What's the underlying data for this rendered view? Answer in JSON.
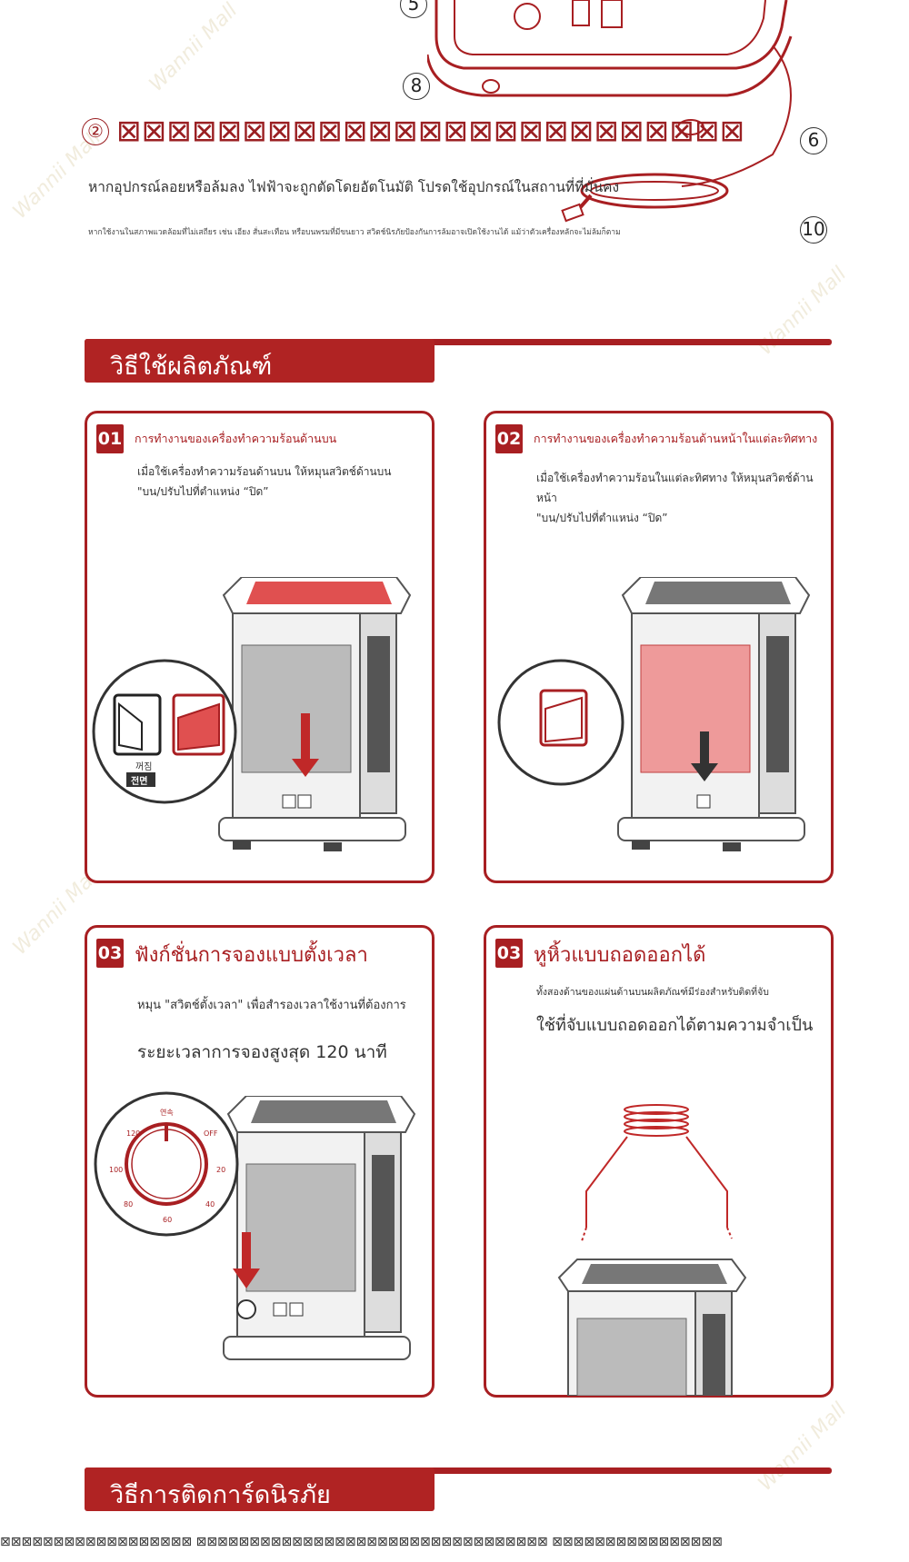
{
  "top_section": {
    "callouts": [
      "5",
      "8",
      "6",
      "10"
    ],
    "heading_number": "②",
    "heading_unrendered_glyphs": "⊠⊠⊠⊠⊠⊠⊠⊠⊠⊠⊠⊠⊠⊠⊠⊠⊠⊠⊠⊠⊠⊠⊠⊠⊠",
    "main_text": "หากอุปกรณ์ลอยหรือล้มลง ไฟฟ้าจะถูกตัดโดยอัตโนมัติ โปรดใช้อุปกรณ์ในสถานที่ที่มั่นคง",
    "small_text": "หากใช้งานในสภาพแวดล้อมที่ไม่เสถียร เช่น เอียง สั่นสะเทือน หรือบนพรมที่มีขนยาว สวิตช์นิรภัยป้องกันการล้มอาจเปิดใช้งานได้ แม้ว่าตัวเครื่องหลักจะไม่ล้มก็ตาม"
  },
  "usage_section": {
    "title": "วิธีใช้ผลิตภัณฑ์",
    "cards": [
      {
        "badge": "01",
        "title": "การทำงานของเครื่องทำความร้อนด้านบน",
        "lines": [
          "เมื่อใช้เครื่องทำความร้อนด้านบน ให้หมุนสวิตช์ด้านบน",
          "\"บน/ปรับไปที่ตำแหน่ง “ปิด”"
        ],
        "switch_labels": [
          "꺼짐",
          "전면"
        ]
      },
      {
        "badge": "02",
        "title": "การทำงานของเครื่องทำความร้อนด้านหน้าในแต่ละทิศทาง",
        "lines": [
          "เมื่อใช้เครื่องทำความร้อนในแต่ละทิศทาง ให้หมุนสวิตช์ด้านหน้า",
          "\"บน/ปรับไปที่ตำแหน่ง “ปิด”"
        ]
      },
      {
        "badge": "03",
        "title": "ฟังก์ชั่นการจองแบบตั้งเวลา",
        "lines": [
          "หมุน \"สวิตช์ตั้งเวลา\" เพื่อสำรองเวลาใช้งานที่ต้องการ",
          "ระยะเวลาการจองสูงสุด 120 นาที"
        ],
        "dial_labels": [
          "연속",
          "OFF",
          "20",
          "40",
          "60",
          "80",
          "100",
          "120"
        ]
      },
      {
        "badge": "03",
        "title": "หูหิ้วแบบถอดออกได้",
        "lines": [
          "ทั้งสองด้านของแผ่นด้านบนผลิตภัณฑ์มีร่องสำหรับติดที่จับ",
          "ใช้ที่จับแบบถอดออกได้ตามความจำเป็น"
        ]
      }
    ]
  },
  "guard_section": {
    "title": "วิธีการติดการ์ดนิรภัย",
    "unrendered_glyphs": "⊠⊠⊠⊠⊠⊠⊠⊠⊠⊠⊠⊠⊠⊠⊠⊠⊠⊠ ⊠⊠⊠⊠⊠⊠⊠⊠⊠⊠⊠⊠⊠⊠⊠⊠⊠⊠⊠⊠⊠⊠⊠⊠⊠⊠⊠⊠⊠⊠⊠⊠⊠ ⊠⊠⊠⊠⊠⊠⊠⊠⊠⊠⊠⊠⊠⊠⊠⊠"
  },
  "watermark": "Wannii Mall",
  "colors": {
    "accent": "#a81f22",
    "heat": "#e05050"
  }
}
